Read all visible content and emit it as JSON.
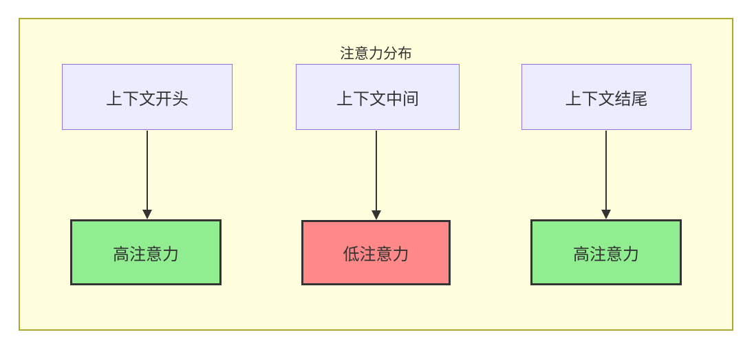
{
  "diagram": {
    "title": "注意力分布",
    "top_nodes": [
      {
        "id": "context-start",
        "label": "上下文开头"
      },
      {
        "id": "context-middle",
        "label": "上下文中间"
      },
      {
        "id": "context-end",
        "label": "上下文结尾"
      }
    ],
    "bottom_nodes": [
      {
        "id": "attention-left",
        "label": "高注意力",
        "status": "high"
      },
      {
        "id": "attention-middle",
        "label": "低注意力",
        "status": "low"
      },
      {
        "id": "attention-right",
        "label": "高注意力",
        "status": "high"
      }
    ],
    "edges": [
      {
        "from": "context-start",
        "to": "attention-left"
      },
      {
        "from": "context-middle",
        "to": "attention-middle"
      },
      {
        "from": "context-end",
        "to": "attention-right"
      }
    ]
  },
  "colors": {
    "canvas_bg": "#ffffff",
    "container_fill": "#ffffde",
    "container_border": "#aaaa33",
    "node_fill": "#ececff",
    "node_border": "#9370db",
    "high_fill": "#90ee90",
    "low_fill": "#ff8888",
    "emphasis_border": "#333333",
    "arrow": "#333333",
    "text": "#333333"
  }
}
